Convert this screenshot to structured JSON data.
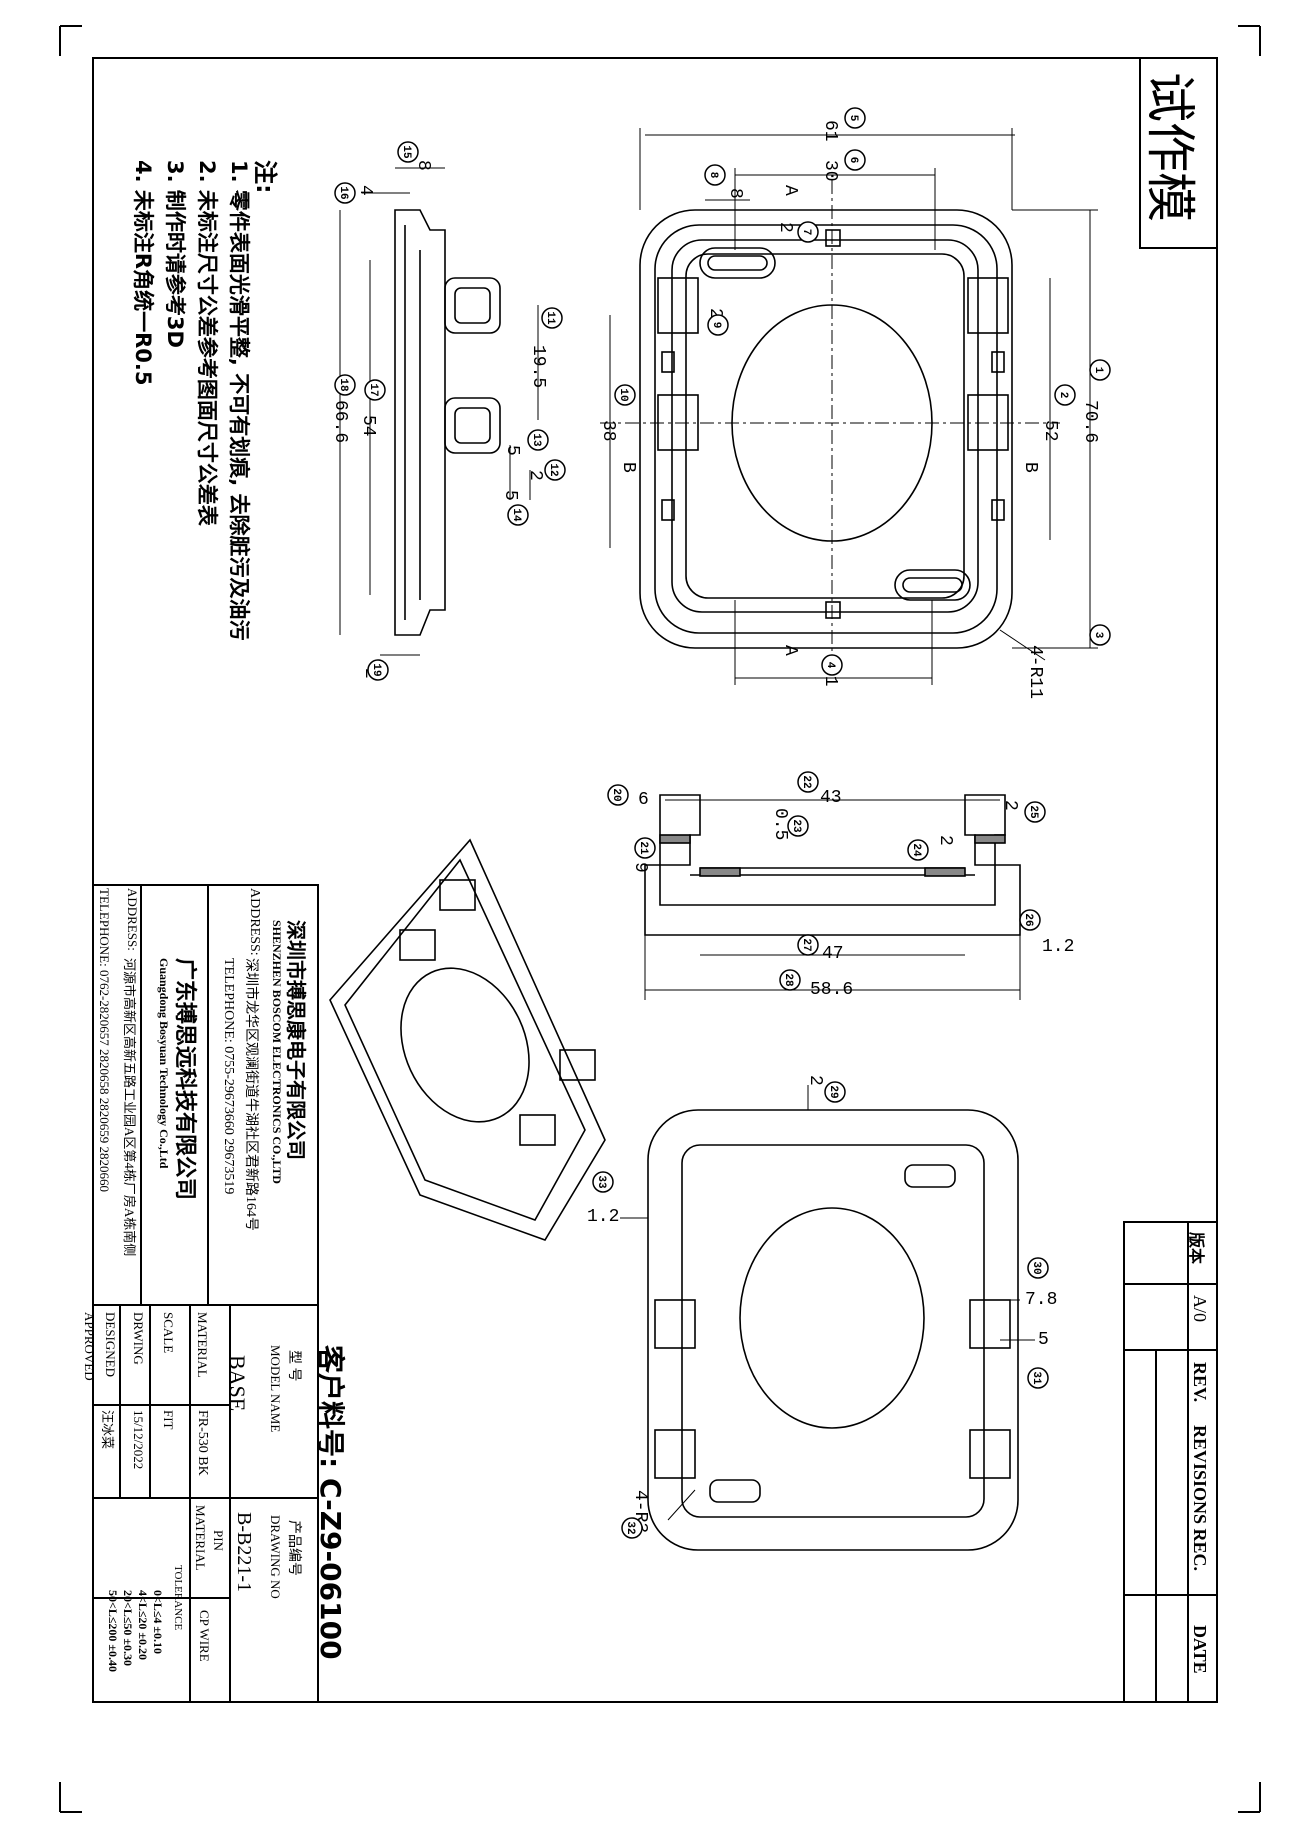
{
  "stamp": "试作模",
  "notes": {
    "heading": "注:",
    "items": [
      "1. 零件表面光滑平整, 不可有划痕, 去除脏污及油污",
      "2. 未标注尺寸公差参考图面尺寸公差表",
      "3. 制作时请参考3D",
      "4. 未标注R角统一R0.5"
    ]
  },
  "company": {
    "name_cn": "深圳市搏思康电子有限公司",
    "name_en": "SHENZHEN BOSCOM ELECTRONICS CO.,LTD",
    "address_label": "ADDRESS:",
    "address": "深圳市龙华区观澜街道牛湖社区君新路164号",
    "telephone": "TELEPHONE: 0755-29673660 29673519",
    "factory_cn": "广东搏思远科技有限公司",
    "factory_en": "Guangdong Bosyuan Technology Co.,Ltd",
    "factory_address_label": "ADDRESS:",
    "factory_address": "河源市高新区高新五路工业园A区第4栋厂房A栋南侧",
    "factory_telephone": "TELEPHONE: 0762-2820657 2820658 2820659 2820660"
  },
  "customer_part": "客户料号: C-Z9-06100",
  "title_block": {
    "model_label_cn": "型 号",
    "model_label_en": "MODEL NAME",
    "model_value": "BASE",
    "drawing_label_cn": "产品编号",
    "drawing_label_en": "DRAWING NO",
    "drawing_value": "B-B221-1",
    "material_label": "MATERIAL",
    "material_value": "FR-530 BK",
    "scale_label": "SCALE",
    "scale_value": "FIT",
    "drwing_label": "DRWING",
    "drwing_value": "15/12/2022",
    "designed_label": "DESIGNED",
    "designed_value": "汪冰菜",
    "approved_label": "APPROVED",
    "pin_label": "PIN",
    "pin_material_label": "MATERIAL",
    "pin_material_value": "CP WIRE",
    "tolerance_label": "TOLERANCE",
    "tolerances": [
      "0<L≤4  ±0.10",
      "4<L≤20  ±0.20",
      "20<L≤50  ±0.30",
      "50<L≤200 ±0.40"
    ]
  },
  "revisions": {
    "version_label": "版本",
    "version_value": "A/0",
    "rev_label": "REV.",
    "records_label": "REVISIONS REC.",
    "date_label": "DATE"
  },
  "dimensions": {
    "top_view": [
      "61",
      "30",
      "8",
      "2",
      "29",
      "70.6",
      "52",
      "38",
      "31",
      "4-R11",
      "A",
      "A",
      "B",
      "B"
    ],
    "side_view": [
      "8",
      "4",
      "19.5",
      "66.6",
      "54",
      "5",
      "2",
      "5",
      "2"
    ],
    "section_view": [
      "6",
      "43",
      "0.5",
      "2",
      "9",
      "2",
      "47",
      "58.6",
      "1.2"
    ],
    "bottom_view": [
      "2",
      "1.2",
      "7.8",
      "5",
      "4-R3"
    ]
  },
  "balloons": [
    "1",
    "2",
    "3",
    "4",
    "5",
    "6",
    "7",
    "8",
    "9",
    "10",
    "11",
    "12",
    "13",
    "14",
    "15",
    "16",
    "17",
    "18",
    "19",
    "20",
    "21",
    "22",
    "23",
    "24",
    "25",
    "26",
    "27",
    "28",
    "29",
    "30",
    "31",
    "32",
    "33"
  ]
}
